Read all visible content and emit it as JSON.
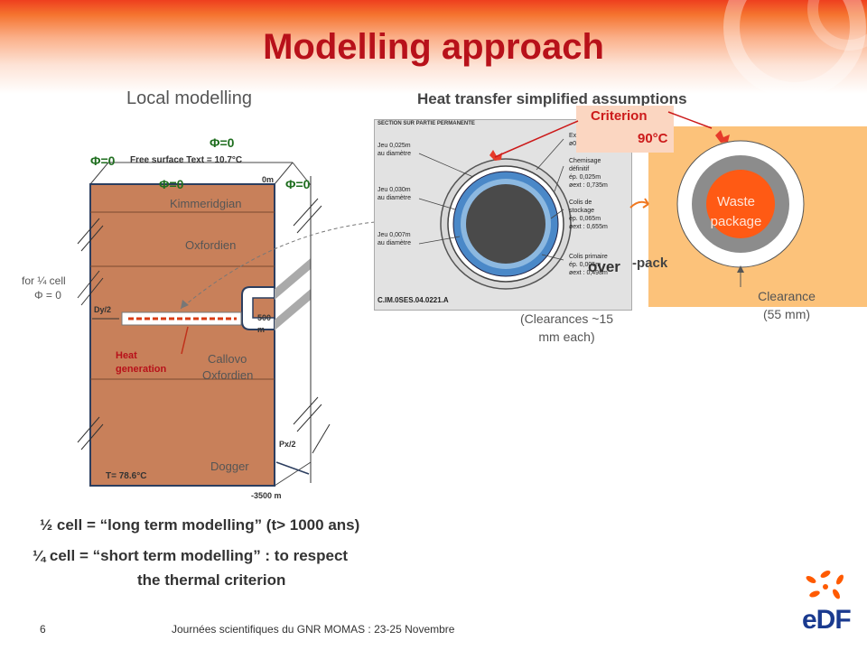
{
  "title": "Modelling approach",
  "left_heading": "Local modelling",
  "right_heading": "Heat transfer simplified assumptions",
  "model": {
    "phi_zero": "Φ=0",
    "free_surface": "Free surface   Text =  10.7°C",
    "depth_top": "0m",
    "layers": [
      "Kimmeridgian",
      "Oxfordien",
      "Callovo",
      "Oxfordien",
      "Dogger"
    ],
    "for_quarter_cell": "for ¼ cell",
    "phi_eq": "Φ = 0",
    "dy": "Dy/2",
    "depth_500": "500",
    "depth_500_unit": "m",
    "heat_gen_1": "Heat",
    "heat_gen_2": "generation",
    "px": "Px/2",
    "bottom_temp": "T= 78.6°C",
    "depth_bottom": "-3500 m"
  },
  "section": {
    "header": "SECTION SUR PARTIE PERMANENTE",
    "left_labels": [
      [
        "Jeu 0,025m",
        "au diamètre"
      ],
      [
        "Jeu 0,030m",
        "au diamètre"
      ],
      [
        "Jeu 0,007m",
        "au diamètre"
      ]
    ],
    "right_labels": [
      [
        "Excavation",
        "ø0,760m"
      ],
      [
        "Chemisage",
        "définitif",
        "ép. 0,025m",
        "øext : 0,735m"
      ],
      [
        "Colis de",
        "stockage",
        "ép. 0,065m",
        "øext : 0,655m"
      ],
      [
        "Colis primaire",
        "ép. 0,005m",
        "øext : 0,498m"
      ]
    ],
    "ref": "C.IM.0SES.04.0221.A",
    "over": "over",
    "pack": "-pack",
    "clear_1": "(Clearances ~15",
    "clear_2": "mm each)"
  },
  "simplified": {
    "criterion_1": "Criterion",
    "criterion_2": "90°C",
    "waste_1": "Waste",
    "waste_2": "package",
    "clearance_1": "Clearance",
    "clearance_2": "(55 mm)"
  },
  "bullets": {
    "half": "½  cell = “long term modelling” (t> 1000 ans)",
    "quarter_1": "¼ cell = “short term modelling” : to respect",
    "quarter_2": "the thermal criterion"
  },
  "footer": {
    "page": "6",
    "text": "Journées scientifiques du GNR MOMAS : 23-25 Novembre"
  },
  "logo": {
    "text": "eDF",
    "color": "#ff5a00"
  }
}
